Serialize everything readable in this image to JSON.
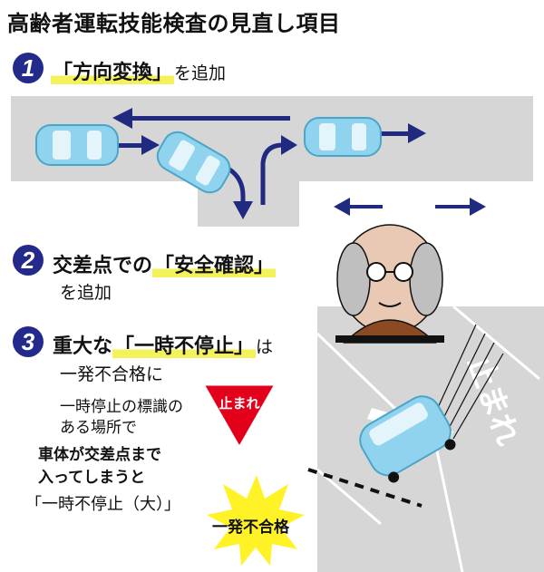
{
  "title": "高齢者運転技能検査の見直し項目",
  "item1": {
    "number": "1",
    "highlight": "「方向変換」",
    "text": "を追加"
  },
  "item2": {
    "number": "2",
    "text_a": "交差点での",
    "highlight": "「安全確認」",
    "text_b": "を追加"
  },
  "item3": {
    "number": "3",
    "text_a": "重大な",
    "highlight": "「一時不停止」",
    "text_b": "は",
    "text_c": "一発不合格に"
  },
  "note": {
    "line1": "一時停止の標識の",
    "line2": "ある場所で",
    "bold1": "車体が交差点まで",
    "bold2": "入ってしまうと",
    "quote": "「一時不停止（大）」"
  },
  "stop_sign": {
    "label": "止まれ"
  },
  "burst": {
    "label": "一発不合格"
  },
  "road_marking": "止まれ",
  "colors": {
    "navy": "#232a8c",
    "road": "#d6d6d6",
    "car": "#8fd3ee",
    "highlight": "#f4f25a",
    "stop_red": "#e3001b",
    "burst": "#fff226"
  },
  "icons": [
    "arrow-left-icon",
    "arrow-right-icon",
    "arrow-down-icon",
    "arrow-up-turn-icon",
    "car-icon",
    "driver-icon",
    "stop-sign-icon",
    "burst-icon"
  ]
}
